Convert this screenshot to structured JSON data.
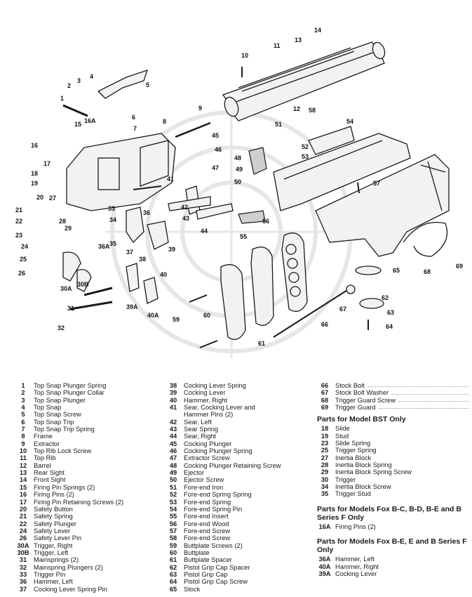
{
  "callouts": [
    "1",
    "2",
    "3",
    "4",
    "5",
    "6",
    "7",
    "8",
    "9",
    "10",
    "11",
    "12",
    "13",
    "14",
    "15",
    "16",
    "16A",
    "17",
    "18",
    "19",
    "20",
    "21",
    "22",
    "23",
    "24",
    "25",
    "26",
    "27",
    "28",
    "29",
    "30A",
    "30B",
    "31",
    "32",
    "33",
    "34",
    "35",
    "36",
    "36A",
    "37",
    "38",
    "39",
    "39A",
    "40",
    "40A",
    "41",
    "42",
    "43",
    "44",
    "45",
    "46",
    "47",
    "48",
    "49",
    "50",
    "51",
    "52",
    "53",
    "54",
    "55",
    "56",
    "57",
    "58",
    "59",
    "60",
    "61",
    "62",
    "63",
    "64",
    "65",
    "66",
    "67",
    "68",
    "69"
  ],
  "parts_col1": [
    {
      "num": "1",
      "name": "Top Snap Plunger Spring"
    },
    {
      "num": "2",
      "name": "Top Snap Plunger Collar"
    },
    {
      "num": "3",
      "name": "Top Snap Plunger"
    },
    {
      "num": "4",
      "name": "Top Snap"
    },
    {
      "num": "5",
      "name": "Top Snap Screw"
    },
    {
      "num": "6",
      "name": "Top Snap Trip"
    },
    {
      "num": "7",
      "name": "Top Snap Trip Spring"
    },
    {
      "num": "8",
      "name": "Frame"
    },
    {
      "num": "9",
      "name": "Extractor"
    },
    {
      "num": "10",
      "name": "Top Rib Lock Screw"
    },
    {
      "num": "11",
      "name": "Top Rib"
    },
    {
      "num": "12",
      "name": "Barrel"
    },
    {
      "num": "13",
      "name": "Rear Sight"
    },
    {
      "num": "14",
      "name": "Front Sight"
    },
    {
      "num": "15",
      "name": "Firing Pin Springs (2)"
    },
    {
      "num": "16",
      "name": "Firing Pins (2)"
    },
    {
      "num": "17",
      "name": "Firing Pin Retaining Screws (2)"
    },
    {
      "num": "20",
      "name": "Safety Button"
    },
    {
      "num": "21",
      "name": "Safety Spring"
    },
    {
      "num": "22",
      "name": "Safety Plunger"
    },
    {
      "num": "24",
      "name": "Safety Lever"
    },
    {
      "num": "26",
      "name": "Safety Lever Pin"
    },
    {
      "num": "30A",
      "name": "Trigger, Right"
    },
    {
      "num": "30B",
      "name": "Trigger, Left"
    },
    {
      "num": "31",
      "name": "Mainsprings (2)"
    },
    {
      "num": "32",
      "name": "Mainspring Plungers (2)"
    },
    {
      "num": "33",
      "name": "Trigger Pin"
    },
    {
      "num": "36",
      "name": "Hammer, Left"
    },
    {
      "num": "37",
      "name": "Cocking Lever Spring Pin"
    }
  ],
  "parts_col2": [
    {
      "num": "38",
      "name": "Cocking Lever Spring"
    },
    {
      "num": "39",
      "name": "Cocking Lever"
    },
    {
      "num": "40",
      "name": "Hammer, Right"
    },
    {
      "num": "41",
      "name": "Sear, Cocking Lever and"
    },
    {
      "num": "",
      "name": "Hammer Pins (2)"
    },
    {
      "num": "42",
      "name": "Sear, Left"
    },
    {
      "num": "43",
      "name": "Sear Spring"
    },
    {
      "num": "44",
      "name": "Sear, Right"
    },
    {
      "num": "45",
      "name": "Cocking Plunger"
    },
    {
      "num": "46",
      "name": "Cocking Plunger Spring"
    },
    {
      "num": "47",
      "name": "Extractor Screw"
    },
    {
      "num": "48",
      "name": "Cocking Plunger Retaining Screw"
    },
    {
      "num": "49",
      "name": "Ejector"
    },
    {
      "num": "50",
      "name": "Ejector Screw"
    },
    {
      "num": "51",
      "name": "Fore-end Iron"
    },
    {
      "num": "52",
      "name": "Fore-end Spring Spring"
    },
    {
      "num": "53",
      "name": "Fore-end Spring"
    },
    {
      "num": "54",
      "name": "Fore-end Spring Pin"
    },
    {
      "num": "55",
      "name": "Fore-end Insert"
    },
    {
      "num": "56",
      "name": "Fore-end Wood"
    },
    {
      "num": "57",
      "name": "Fore-end Screw"
    },
    {
      "num": "58",
      "name": "Fore-end Screw"
    },
    {
      "num": "59",
      "name": "Buttplate Screws (2)"
    },
    {
      "num": "60",
      "name": "Buttplate"
    },
    {
      "num": "61",
      "name": "Buttplate Spacer"
    },
    {
      "num": "62",
      "name": "Pistol Grip Cap Spacer"
    },
    {
      "num": "63",
      "name": "Pistol Grip Cap"
    },
    {
      "num": "64",
      "name": "Pistol Grip Cap Screw"
    },
    {
      "num": "65",
      "name": "Stock"
    }
  ],
  "parts_col3": [
    {
      "num": "66",
      "name": "Stock Bolt"
    },
    {
      "num": "67",
      "name": "Stock Bolt Washer"
    },
    {
      "num": "68",
      "name": "Trigger Guard Screw"
    },
    {
      "num": "69",
      "name": "Trigger Guard"
    }
  ],
  "section_bst": {
    "title": "Parts for Model BST Only",
    "items": [
      {
        "num": "18",
        "name": "Slide"
      },
      {
        "num": "19",
        "name": "Stud"
      },
      {
        "num": "23",
        "name": "Slide Spring"
      },
      {
        "num": "25",
        "name": "Trigger Spring"
      },
      {
        "num": "27",
        "name": "Inertia Block"
      },
      {
        "num": "28",
        "name": "Inertia Block Spring"
      },
      {
        "num": "29",
        "name": "Inertia Block Spring Screw"
      },
      {
        "num": "30",
        "name": "Trigger"
      },
      {
        "num": "34",
        "name": "Inertia Block Screw"
      },
      {
        "num": "35",
        "name": "Trigger Stud"
      }
    ]
  },
  "section_fox_bc": {
    "title": "Parts for Models Fox B-C, B-D, B-E and B Series F Only",
    "items": [
      {
        "num": "16A",
        "name": "Firing Pins (2)"
      }
    ]
  },
  "section_fox_be": {
    "title": "Parts for Models Fox B-E, E and B Series F Only",
    "items": [
      {
        "num": "36A",
        "name": "Hammer, Left"
      },
      {
        "num": "40A",
        "name": "Hammer, Right"
      },
      {
        "num": "39A",
        "name": "Cocking Lever"
      }
    ]
  }
}
